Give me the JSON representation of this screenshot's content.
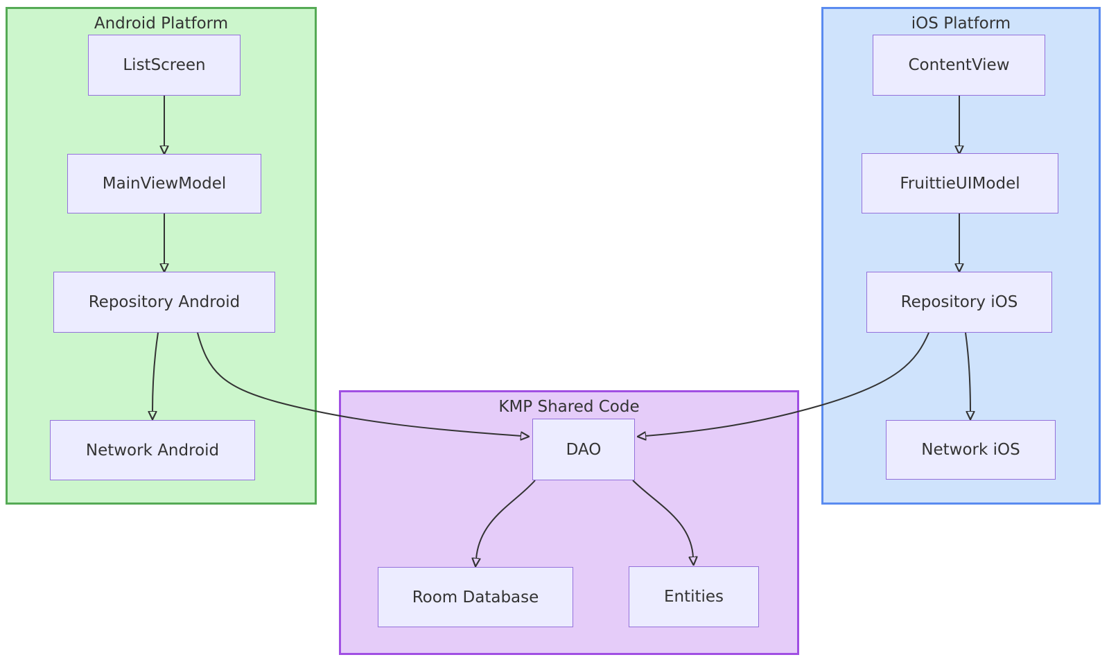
{
  "diagram": {
    "type": "flowchart",
    "groups": [
      {
        "id": "android",
        "title": "Android Platform",
        "fill": "#ccf6cc",
        "border": "#55aa55"
      },
      {
        "id": "kmp",
        "title": "KMP Shared Code",
        "fill": "#e5ccf9",
        "border": "#a04fe3"
      },
      {
        "id": "ios",
        "title": "iOS Platform",
        "fill": "#cfe3fc",
        "border": "#5a8bf0"
      }
    ],
    "nodes": [
      {
        "id": "listscreen",
        "label": "ListScreen",
        "group": "android"
      },
      {
        "id": "mainviewmodel",
        "label": "MainViewModel",
        "group": "android"
      },
      {
        "id": "repository-android",
        "label": "Repository Android",
        "group": "android"
      },
      {
        "id": "network-android",
        "label": "Network Android",
        "group": "android"
      },
      {
        "id": "dao",
        "label": "DAO",
        "group": "kmp"
      },
      {
        "id": "room-database",
        "label": "Room Database",
        "group": "kmp"
      },
      {
        "id": "entities",
        "label": "Entities",
        "group": "kmp"
      },
      {
        "id": "contentview",
        "label": "ContentView",
        "group": "ios"
      },
      {
        "id": "fruittieuimodel",
        "label": "FruittieUIModel",
        "group": "ios"
      },
      {
        "id": "repository-ios",
        "label": "Repository iOS",
        "group": "ios"
      },
      {
        "id": "network-ios",
        "label": "Network iOS",
        "group": "ios"
      }
    ],
    "edges": [
      {
        "from": "ListScreen",
        "to": "MainViewModel"
      },
      {
        "from": "MainViewModel",
        "to": "Repository Android"
      },
      {
        "from": "Repository Android",
        "to": "Network Android"
      },
      {
        "from": "Repository Android",
        "to": "DAO"
      },
      {
        "from": "ContentView",
        "to": "FruittieUIModel"
      },
      {
        "from": "FruittieUIModel",
        "to": "Repository iOS"
      },
      {
        "from": "Repository iOS",
        "to": "Network iOS"
      },
      {
        "from": "Repository iOS",
        "to": "DAO"
      },
      {
        "from": "DAO",
        "to": "Room Database"
      },
      {
        "from": "DAO",
        "to": "Entities"
      }
    ],
    "colors": {
      "node_fill": "#ececff",
      "node_border": "#9370db",
      "edge": "#333333",
      "text": "#333333",
      "background": "#ffffff"
    }
  }
}
